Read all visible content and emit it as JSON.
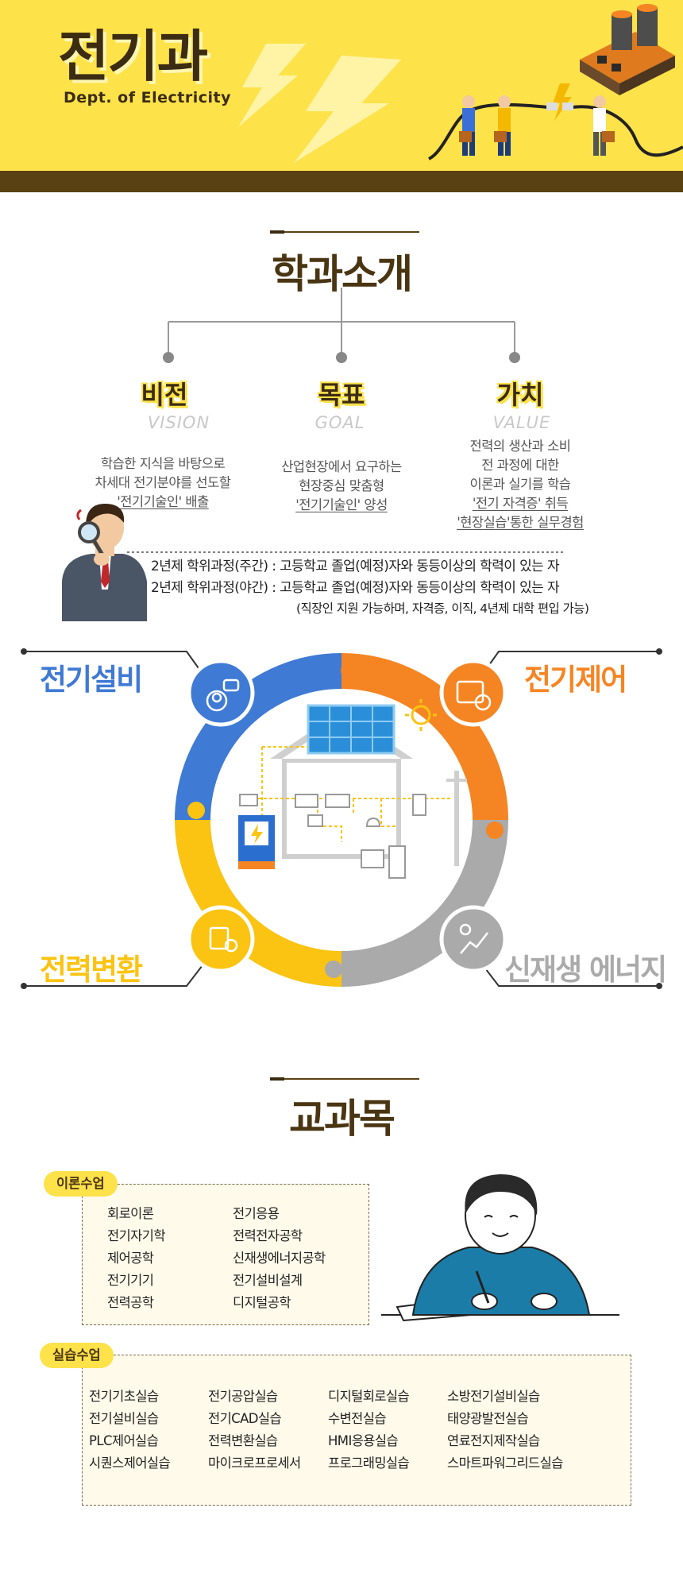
{
  "header": {
    "title": "전기과",
    "subtitle": "Dept. of Electricity"
  },
  "intro": {
    "title": "학과소개",
    "columns": [
      {
        "title": "비전",
        "en": "VISION",
        "lines": [
          "학습한 지식을 바탕으로",
          "차세대 전기분야를 선도할",
          "'전기기술인' 배출"
        ]
      },
      {
        "title": "목표",
        "en": "GOAL",
        "lines": [
          "산업현장에서 요구하는",
          "현장중심 맞춤형",
          "'전기기술인' 양성"
        ]
      },
      {
        "title": "가치",
        "en": "VALUE",
        "lines": [
          "전력의 생산과 소비",
          "전 과정에 대한",
          "이론과 실기를 학습",
          "'전기 자격증' 취득",
          "'현장실습'통한 실무경험"
        ]
      }
    ],
    "admission": [
      "2년제 학위과정(주간) : 고등학교 졸업(예정)자와 동등이상의 학력이 있는 자",
      "2년제 학위과정(야간) : 고등학교 졸업(예정)자와 동등이상의 학력이 있는 자"
    ],
    "admission_note": "(직장인 지원 가능하며, 자격증, 이직, 4년제 대학 편입 가능)"
  },
  "fields": {
    "top_left": "전기설비",
    "top_right": "전기제어",
    "bottom_left": "전력변환",
    "bottom_right": "신재생 에너지"
  },
  "colors": {
    "header_yellow": "#fde24a",
    "brown": "#5a4114",
    "blue": "#3f7ad4",
    "orange": "#f58523",
    "yellow": "#fbc312",
    "gray": "#aaaaaa"
  },
  "curriculum": {
    "title": "교과목",
    "theory": {
      "label": "이론수업",
      "col1": [
        "회로이론",
        "전기자기학",
        "제어공학",
        "전기기기",
        "전력공학"
      ],
      "col2": [
        "전기응용",
        "전력전자공학",
        "신재생에너지공학",
        "전기설비설계",
        "디지털공학"
      ]
    },
    "practice": {
      "label": "실습수업",
      "col1": [
        "전기기초실습",
        "전기설비실습",
        "PLC제어실습",
        "시퀀스제어실습"
      ],
      "col2": [
        "전기공압실습",
        "전기CAD실습",
        "전력변환실습",
        "마이크로프로세서"
      ],
      "col3": [
        "디지털회로실습",
        "수변전실습",
        "HMI응용실습",
        "프로그래밍실습"
      ],
      "col4": [
        "소방전기설비실습",
        "태양광발전실습",
        "연료전지제작실습",
        "스마트파워그리드실습"
      ]
    }
  }
}
